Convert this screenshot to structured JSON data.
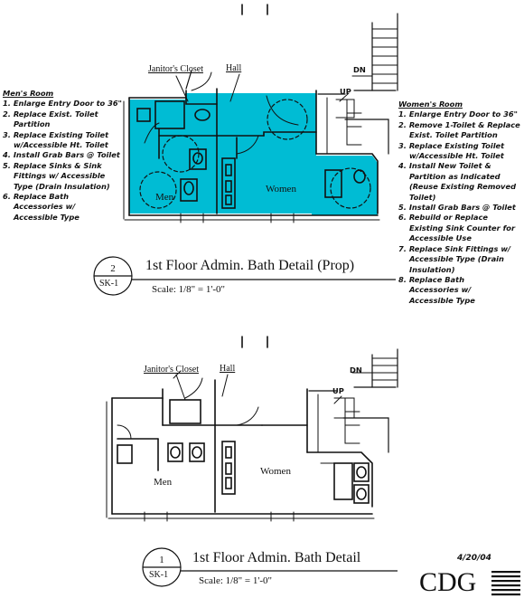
{
  "proposed_plan": {
    "janitors_closet_label": "Janitor's Closet",
    "hall_label": "Hall",
    "men_label": "Men",
    "women_label": "Women",
    "up_label": "UP",
    "dn_label": "DN",
    "highlight_color": "#00bcd4",
    "title_block": {
      "detail_number": "2",
      "sheet": "SK-1",
      "title": "1st Floor Admin. Bath Detail (Prop)",
      "scale": "Scale: 1/8\" = 1'-0\""
    }
  },
  "mens_room_notes": {
    "heading": "Men's Room",
    "lines": [
      "1. Enlarge Entry Door to 36\"",
      "2. Replace Exist. Toilet",
      "    Partition",
      "3. Replace Existing Toilet",
      "    w/Accessible Ht. Toilet",
      "4. Install Grab Bars @ Toilet",
      "5. Replace Sinks & Sink",
      "    Fittings w/ Accessible",
      "    Type (Drain Insulation)",
      "6. Replace Bath",
      "    Accessories w/",
      "    Accessible Type"
    ]
  },
  "womens_room_notes": {
    "heading": "Women's Room",
    "lines": [
      "1. Enlarge Entry Door to 36\"",
      "2. Remove 1-Toilet & Replace",
      "    Exist. Toilet Partition",
      "3. Replace Existing Toilet",
      "    w/Accessible Ht. Toilet",
      "4. Install New Toilet &",
      "    Partition as Indicated",
      "    (Reuse Existing Removed",
      "    Toilet)",
      "5. Install Grab Bars @ Toilet",
      "6. Rebuild or Replace",
      "    Existing Sink Counter for",
      "    Accessible Use",
      "7. Replace Sink Fittings w/",
      "    Accessible Type (Drain",
      "    Insulation)",
      "8. Replace Bath",
      "    Accessories w/",
      "    Accessible Type"
    ]
  },
  "existing_plan": {
    "janitors_closet_label": "Janitor's Closet",
    "hall_label": "Hall",
    "men_label": "Men",
    "women_label": "Women",
    "up_label": "UP",
    "dn_label": "DN",
    "title_block": {
      "detail_number": "1",
      "sheet": "SK-1",
      "title": "1st Floor Admin. Bath Detail",
      "scale": "Scale: 1/8\" = 1'-0\""
    }
  },
  "date": "4/20/04",
  "logo": "CDG"
}
